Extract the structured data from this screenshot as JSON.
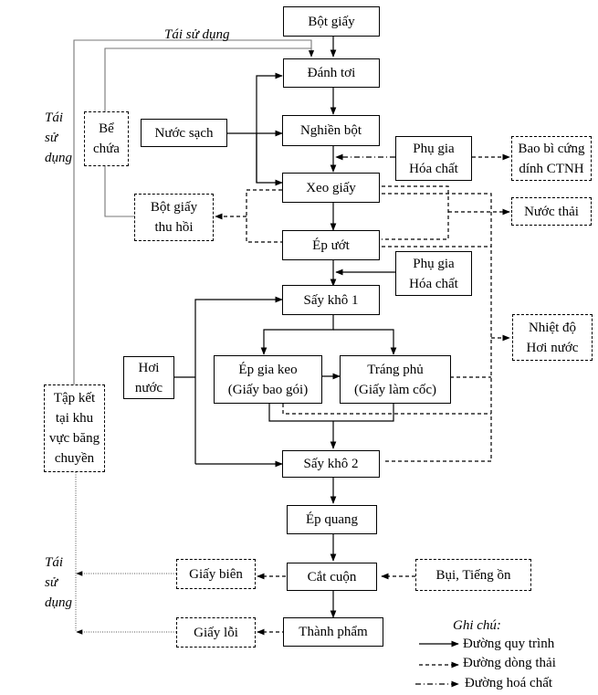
{
  "diagram": {
    "process_nodes": {
      "bot_giay": "Bột giấy",
      "danh_toi": "Đánh tơi",
      "nghien_bot": "Nghiền bột",
      "xeo_giay": "Xeo giấy",
      "ep_uot": "Ép ướt",
      "say_kho_1": "Sấy khô 1",
      "ep_gia_keo_l1": "Ép gia keo",
      "ep_gia_keo_l2": "(Giấy bao gói)",
      "trang_phu_l1": "Tráng phủ",
      "trang_phu_l2": "(Giấy làm cốc)",
      "say_kho_2": "Sấy khô 2",
      "ep_quang": "Ép quang",
      "cat_cuon": "Cắt cuộn",
      "thanh_pham": "Thành phẩm"
    },
    "input_nodes": {
      "nuoc_sach": "Nước sạch",
      "phu_gia_1_l1": "Phụ gia",
      "phu_gia_1_l2": "Hóa chất",
      "phu_gia_2_l1": "Phụ gia",
      "phu_gia_2_l2": "Hóa chất",
      "hoi_nuoc_l1": "Hơi",
      "hoi_nuoc_l2": "nước"
    },
    "waste_nodes": {
      "be_chua_l1": "Bể",
      "be_chua_l2": "chứa",
      "bot_giay_thu_hoi_l1": "Bột giấy",
      "bot_giay_thu_hoi_l2": "thu hồi",
      "bao_bi_l1": "Bao bì cứng",
      "bao_bi_l2": "dính CTNH",
      "nuoc_thai": "Nước thải",
      "nhiet_do_l1": "Nhiệt độ",
      "nhiet_do_l2": "Hơi nước",
      "tap_ket_l1": "Tập kết",
      "tap_ket_l2": "tại khu",
      "tap_ket_l3": "vực băng",
      "tap_ket_l4": "chuyền",
      "giay_bien": "Giấy biên",
      "giay_loi": "Giấy lỗi",
      "bui_tieng_on": "Bụi, Tiếng ồn"
    },
    "annotations": {
      "tai_su_dung_top": "Tái sử dụng",
      "tai_su_dung_left_1": "Tái",
      "tai_su_dung_left_2": "sử",
      "tai_su_dung_left_3": "dụng",
      "tai_su_dung_bottom_1": "Tái",
      "tai_su_dung_bottom_2": "sử",
      "tai_su_dung_bottom_3": "dụng"
    },
    "legend": {
      "title": "Ghi chú:",
      "items": [
        {
          "style": "solid",
          "label": "Đường quy trình"
        },
        {
          "style": "dashed",
          "label": "Đường dòng thải"
        },
        {
          "style": "dash-dot",
          "label": "Đường hoá chất"
        }
      ]
    }
  }
}
